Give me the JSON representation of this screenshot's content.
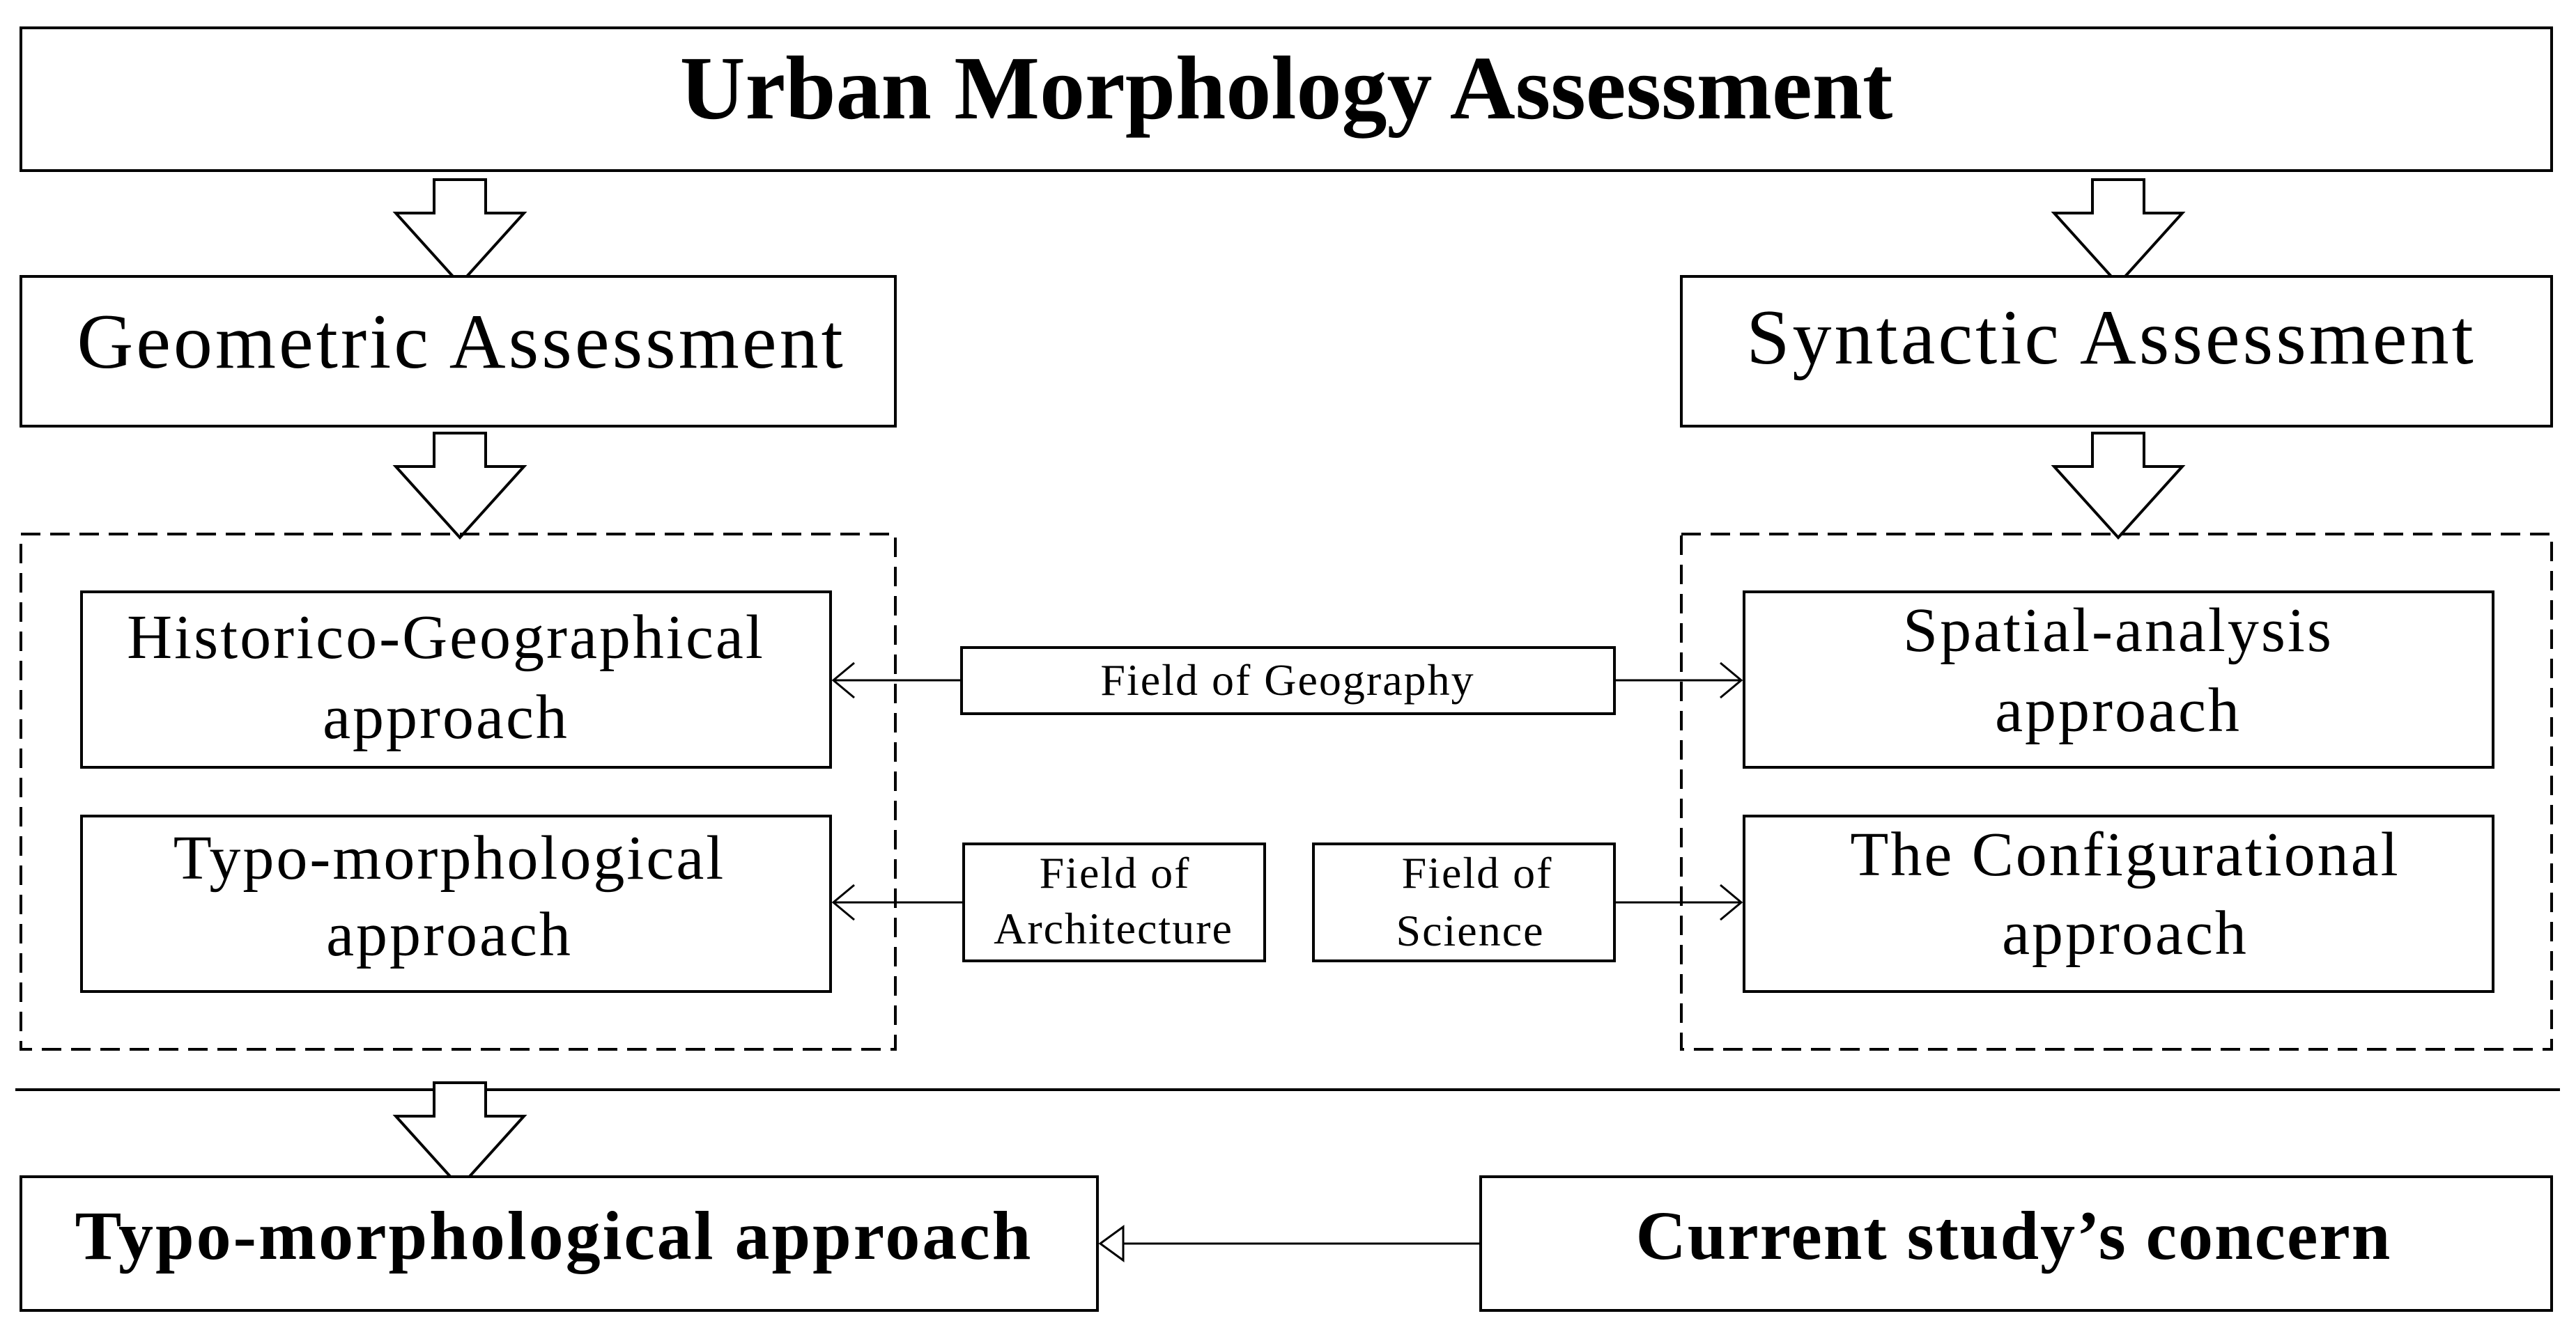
{
  "title": "Urban Morphology Assessment",
  "branches": {
    "geometric": "Geometric Assessment",
    "syntactic": "Syntactic Assessment"
  },
  "approaches": {
    "historico_line1": "Historico-Geographical",
    "historico_line2": "approach",
    "typo_line1": "Typo-morphological",
    "typo_line2": "approach",
    "spatial_line1": "Spatial-analysis",
    "spatial_line2": "approach",
    "config_line1": "The Configurational",
    "config_line2": "approach"
  },
  "fields": {
    "geography": "Field of Geography",
    "architecture_line1": "Field of",
    "architecture_line2": "Architecture",
    "science_line1": "Field of",
    "science_line2": "Science"
  },
  "bottom": {
    "selected": "Typo-morphological approach",
    "concern": "Current study’s concern"
  }
}
